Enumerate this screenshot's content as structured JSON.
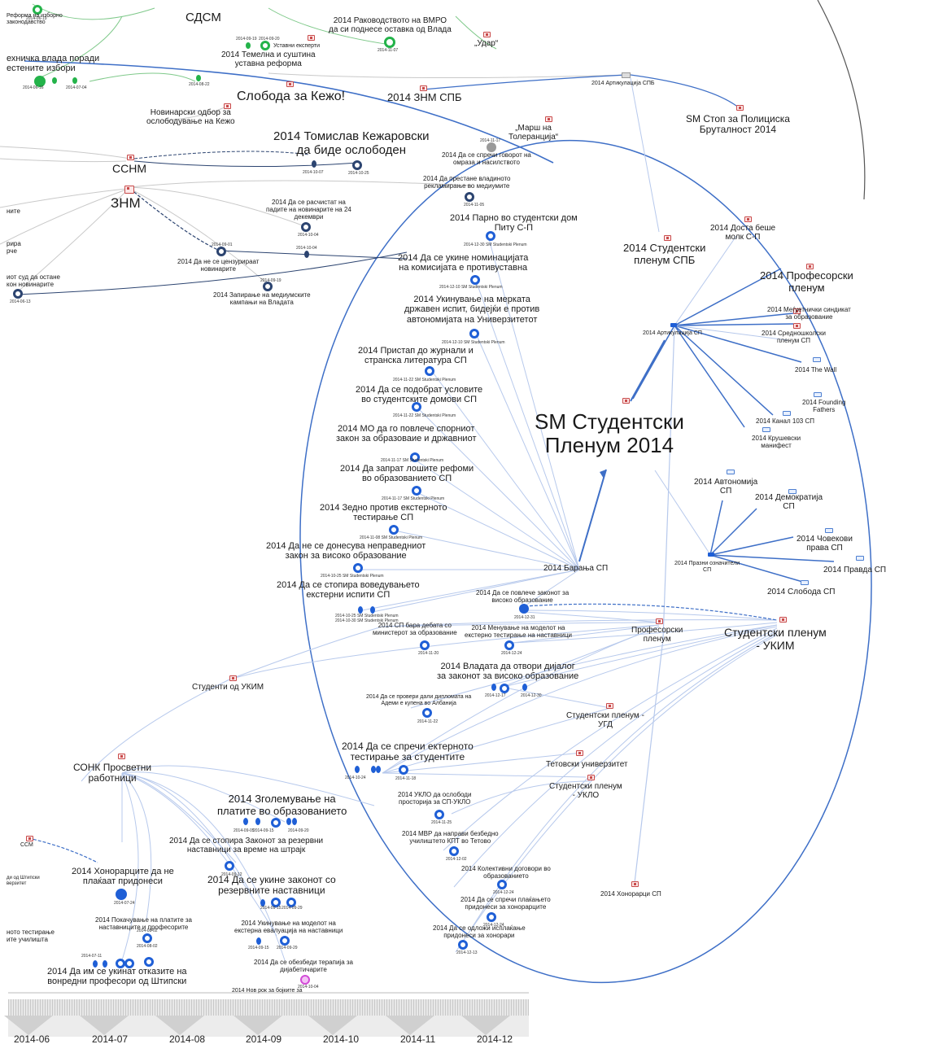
{
  "colors": {
    "node_blue": "#1f5fd6",
    "node_dark": "#2c4470",
    "node_green": "#24b34a",
    "node_pink": "#d24bd6",
    "node_gray": "#9a9a9a",
    "edge_blue": "#3e6fc7",
    "edge_light": "#b7c9ec",
    "edge_green": "#7fc98a",
    "edge_gray": "#c9c9c9"
  },
  "labels": [
    {
      "id": "reforma",
      "text": "Реформа на изборно\nзаконодавство"
    },
    {
      "id": "sdsm",
      "text": "СДСМ"
    },
    {
      "id": "vmro",
      "text": "2014 Раководството на ВМРО\nда си поднесе оставка од Влада"
    },
    {
      "id": "udar",
      "text": "„Удар“"
    },
    {
      "id": "tehnicka",
      "text": "ехничка влада поради\nестените избори"
    },
    {
      "id": "ustavni",
      "text": "Уставни експерти"
    },
    {
      "id": "temelna",
      "text": "2014 Темелна и суштина\nуставна реформа"
    },
    {
      "id": "sloboda_kezo",
      "text": "Слобода за Кежо!"
    },
    {
      "id": "znm_spb",
      "text": "2014 ЗНМ СПБ"
    },
    {
      "id": "artik_spb",
      "text": "2014 Артикулација СПБ"
    },
    {
      "id": "sm_stop",
      "text": "SM Стоп за Полициска\nБруталност 2014"
    },
    {
      "id": "novinarski",
      "text": "Новинарски одбор за\nослободување на Кежо"
    },
    {
      "id": "marsh",
      "text": "„Марш на\nТолеранција“"
    },
    {
      "id": "tomislav",
      "text": "2014 Томислав Кежаровски\nда биде ослободен"
    },
    {
      "id": "sprechi_govor",
      "text": "2014 Да се спречи говорот на\nомраза и насилството"
    },
    {
      "id": "ssnm",
      "text": "ССНМ"
    },
    {
      "id": "znm",
      "text": "ЗНМ"
    },
    {
      "id": "prestane",
      "text": "2014 Да престане владиното\nрекламирање во медиумите"
    },
    {
      "id": "rasistat",
      "text": "2014 Да се расчистат на\nпадите на новинарите на 24\nдекември"
    },
    {
      "id": "nite",
      "text": "ните"
    },
    {
      "id": "rira",
      "text": "рира\nрче"
    },
    {
      "id": "cenzuriraat",
      "text": "2014 Да не се цензурираат\nновинарите"
    },
    {
      "id": "sud",
      "text": "иот суд да остане\nкон новинарите"
    },
    {
      "id": "zapiranje",
      "text": "2014 Запирање на медиумските\nкампањи на Владата"
    },
    {
      "id": "parno",
      "text": "2014 Парно во студентски дом\nПиту С-П"
    },
    {
      "id": "dosta",
      "text": "2014 Доста беше\nмолк С-П"
    },
    {
      "id": "stud_plen_spb",
      "text": "2014 Студентски\nпленум СПБ"
    },
    {
      "id": "nominacija",
      "text": "2014 Да се укине номинацијата\nна комисијата е противуставна"
    },
    {
      "id": "profesorski",
      "text": "2014 Професорски\nпленум"
    },
    {
      "id": "megjuetnicki",
      "text": "2014 Меѓуетнички синдикат\nза образование"
    },
    {
      "id": "ukinuvanje_merka",
      "text": "2014 Укинување на мерката\nдржавен испит, бидејќи е против\nавтономијата на Универзитетот"
    },
    {
      "id": "artik_sp",
      "text": "2014 Артикулација СП"
    },
    {
      "id": "srednoskolski",
      "text": "2014 Средношколски\nпленум СП"
    },
    {
      "id": "pristap",
      "text": "2014 Пристап до журнали и\nстранска литература СП"
    },
    {
      "id": "the_wall",
      "text": "2014 The Wall"
    },
    {
      "id": "podobrat",
      "text": "2014 Да се подобрат условите\nво студентските домови СП"
    },
    {
      "id": "founding",
      "text": "2014 Founding\nFathers"
    },
    {
      "id": "kanal",
      "text": "2014 Канал 103 СП"
    },
    {
      "id": "sm_main",
      "text": "SM Студентски\nПленум 2014"
    },
    {
      "id": "mo",
      "text": "2014 МО да го повлече спорниот\nзакон за образоваие и државниот"
    },
    {
      "id": "krusevski",
      "text": "2014 Крушевски\nманифест"
    },
    {
      "id": "zaprat",
      "text": "2014 Да запрат лошите рефоми\nво образованието СП"
    },
    {
      "id": "avtonomija",
      "text": "2014 Автономија\nСП"
    },
    {
      "id": "demokratija",
      "text": "2014 Демократија\nСП"
    },
    {
      "id": "zaedno",
      "text": "2014 Зедно против екстерното\nтестирање СП"
    },
    {
      "id": "covekovi",
      "text": "2014 Човекови\nправа СП"
    },
    {
      "id": "donesuva",
      "text": "2014 Да не се донесува неправедниот\nзакон за високо образование"
    },
    {
      "id": "prazni",
      "text": "2014 Празни означители\nСП"
    },
    {
      "id": "pravda",
      "text": "2014 Правда СП"
    },
    {
      "id": "baranja",
      "text": "2014 Барања СП"
    },
    {
      "id": "stopira_ext",
      "text": "2014 Да се стопира воведувањето\nекстерни испити СП"
    },
    {
      "id": "sloboda_sp",
      "text": "2014 Слобода СП"
    },
    {
      "id": "povlece_zakon",
      "text": "2014 Да се повлече законот за\nвисоко образование"
    },
    {
      "id": "sp_bara",
      "text": "2014 СП бара дебата со\nминистерот за образование"
    },
    {
      "id": "menuvanje",
      "text": "2014 Менување на моделот на\nекстерно тестирање на наставници"
    },
    {
      "id": "prof_plenum",
      "text": "Професорски\nпленум"
    },
    {
      "id": "stud_ukim",
      "text": "Студентски пленум\n- УКИМ"
    },
    {
      "id": "studenti_ukim",
      "text": "Студенти од УКИМ"
    },
    {
      "id": "vladata_dijalog",
      "text": "2014 Владата да отвори дијалог\nза законот за високо образование"
    },
    {
      "id": "diploma",
      "text": "2014 Да се провери дали дипломата на\nАдеми е купена во Албанија"
    },
    {
      "id": "stud_ugd",
      "text": "Студентски пленум -\nУГД"
    },
    {
      "id": "ekst_test",
      "text": "2014 Да се спречи ектерното\nтестирање за студентите"
    },
    {
      "id": "sonk",
      "text": "СОНК Просветни\nработници"
    },
    {
      "id": "tetovski",
      "text": "Тетовски универзитет"
    },
    {
      "id": "stud_uklo",
      "text": "Студентски пленум\n- УКЛО"
    },
    {
      "id": "zgolemuvanje",
      "text": "2014 Зголемување на\nплатите во образованието"
    },
    {
      "id": "uklo_prostorija",
      "text": "2014 УКЛО да ослободи\nпросторија за СП-УКЛО"
    },
    {
      "id": "ssm",
      "text": "ССМ"
    },
    {
      "id": "rezervni",
      "text": "2014 Да се стопира Законот за резервни\nнаставници за време на штрајк"
    },
    {
      "id": "mvr",
      "text": "2014 МВР да направи безбедно\nучилиштето КПТ во Тетово"
    },
    {
      "id": "honorarci_pridonesi",
      "text": "2014 Хонорарците да не\nплаќаат придонеси"
    },
    {
      "id": "stipski_left",
      "text": "ди од Штипски\nверзитет"
    },
    {
      "id": "ukine_zakon",
      "text": "2014 Да се укине законот со\nрезервните наставници"
    },
    {
      "id": "kolektivni",
      "text": "2014 Колективни договори во\nобразованието"
    },
    {
      "id": "honorarci_sp",
      "text": "2014 Хонорарци СП"
    },
    {
      "id": "placanje",
      "text": "2014 Да се спречи плаќањето\nпридонеси за хонорарците"
    },
    {
      "id": "pokacuvanje",
      "text": "2014 Покачување на платите за\nнаставниците и професорите"
    },
    {
      "id": "ukinuvanje_model",
      "text": "2014 Укинување на моделот на\nекстерна евалуација на наставници"
    },
    {
      "id": "odlozi",
      "text": "2014 Да се одложи исплаќање\nпридонеси за хонорари"
    },
    {
      "id": "testiranje_left",
      "text": "ното тестирање\nите училишта"
    },
    {
      "id": "terapija",
      "text": "2014 Да се обезбеди терапија за\nдијабетичарите"
    },
    {
      "id": "otkazite",
      "text": "2014 Да им се укинат отказите на\nвонредни професори од Штипски"
    },
    {
      "id": "cut_bottom",
      "text": "2014 Нов рок за бојките за"
    }
  ],
  "dates": [
    "2014-06-19",
    "2014-11-07",
    "2014-06-16",
    "2014-07-04",
    "2014-08-22",
    "2014-09-19",
    "2014-09-20",
    "2014-10-07",
    "2014-10-25",
    "2014-11-17",
    "2014-11-05",
    "2014-10-04",
    "2014-09-01",
    "2014-10-04",
    "2014-09-19",
    "2014-06-13",
    "2014-12-30 SM Studentski Plenum",
    "2014-12-10 SM Studentski Plenum",
    "2014-12-10 SM Studentski Plenum",
    "2014-11-22 SM Studentski Plenum",
    "2014-11-22 SM Studentski Plenum",
    "2014-11-17 SM Studentski Plenum",
    "2014-11-17 SM Studentski Plenum",
    "2014-11-08 SM Studentski Plenum",
    "2014-10-25 SM Studentski Plenum",
    "2014-10-25 SM Studentski Plenum",
    "2014-10-30 SM Studentski Plenum",
    "2014-12-31",
    "2014-11-20",
    "2014-12-24",
    "2014-12-17",
    "2014-12-30",
    "2014-11-22",
    "2014-10-24",
    "2014-11-18",
    "2014-11-25",
    "2014-12-02",
    "2014-12-24",
    "2014-12-24",
    "2014-12-13",
    "2014-09-05",
    "2014-09-15",
    "2014-09-20",
    "2014-09-12",
    "2014-09-15",
    "2014-09-29",
    "2014-07-24",
    "2014-08-02",
    "2014-08-02",
    "2014-07-11",
    "2014-09-15",
    "2014-09-29",
    "2014-10-04"
  ],
  "timeline": {
    "months": [
      "2014-06",
      "2014-07",
      "2014-08",
      "2014-09",
      "2014-10",
      "2014-11",
      "2014-12"
    ]
  }
}
